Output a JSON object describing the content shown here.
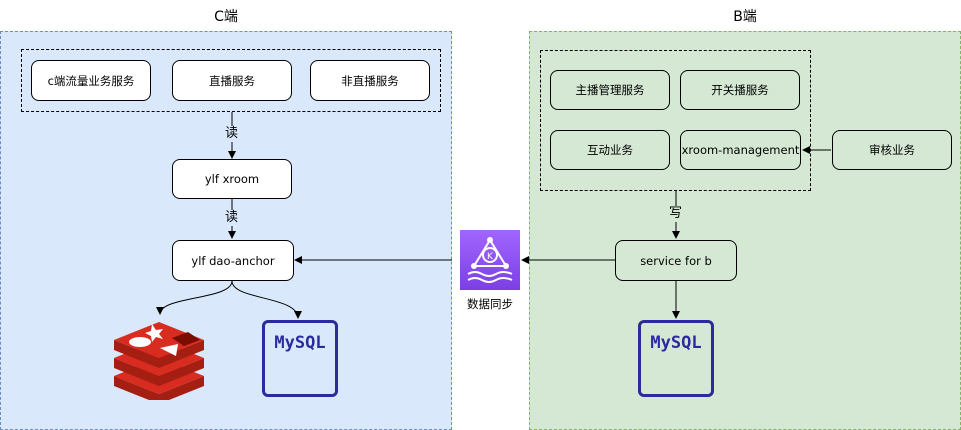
{
  "zones": {
    "c": {
      "title": "C端"
    },
    "b": {
      "title": "B端"
    }
  },
  "services": {
    "c_traffic": "c端流量业务服务",
    "live": "直播服务",
    "non_live": "非直播服务",
    "xroom": "ylf xroom",
    "dao_anchor": "ylf dao-anchor",
    "anchor_mgmt": "主播管理服务",
    "switch_live": "开关播服务",
    "interaction": "互动业务",
    "xroom_mgmt": "xroom-management",
    "audit": "审核业务",
    "service_b": "service for b"
  },
  "edges": {
    "read_1": "读",
    "read_2": "读",
    "write": "写"
  },
  "sync": {
    "label": "数据同步",
    "icon": "kafka-icon"
  },
  "databases": {
    "mysql_c": "MySQL",
    "mysql_b": "MySQL",
    "redis_icon": "redis-icon"
  },
  "colors": {
    "c_zone": "#dae8fc",
    "b_zone": "#d5e8d4",
    "kafka": "#8c4fff",
    "mysql": "#2b2b9e",
    "redis": "#c4302b"
  }
}
